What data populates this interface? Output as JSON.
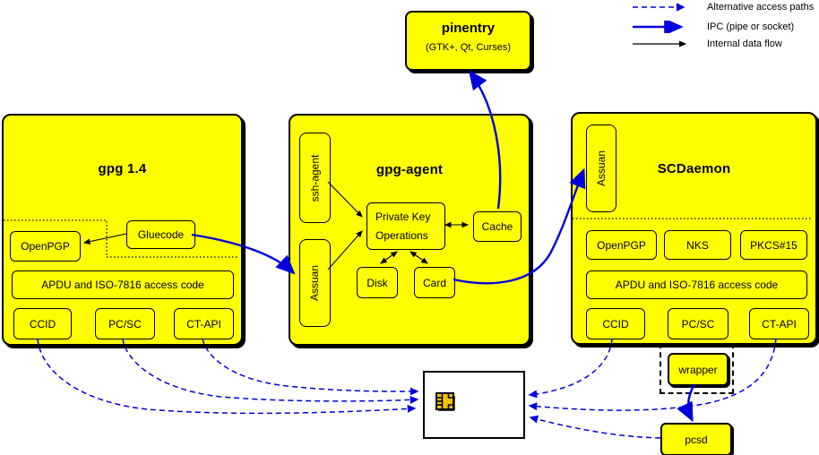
{
  "colors": {
    "yellow": "#ffff00",
    "blue": "#0000dd",
    "black": "#000000",
    "chip_gold": "#f2c400"
  },
  "legend": {
    "items": [
      {
        "label": "Alternative access paths",
        "style": "dashed-blue-arrow"
      },
      {
        "label": "IPC (pipe or socket)",
        "style": "solid-blue-thick-arrow"
      },
      {
        "label": "Internal data flow",
        "style": "solid-black-arrow"
      }
    ]
  },
  "pinentry": {
    "title": "pinentry",
    "subtitle": "(GTK+, Qt, Curses)"
  },
  "gpg14": {
    "title": "gpg 1.4",
    "openpgp": "OpenPGP",
    "gluecode": "Gluecode",
    "apdu": "APDU and ISO-7816 access code",
    "ccid": "CCID",
    "pcsc": "PC/SC",
    "ctapi": "CT-API"
  },
  "gpg_agent": {
    "title": "gpg-agent",
    "ssh_agent": "ssh-agent",
    "assuan": "Assuan",
    "private_key_ops": "Private Key Operations",
    "cache": "Cache",
    "disk": "Disk",
    "card": "Card"
  },
  "scdaemon": {
    "title": "SCDaemon",
    "assuan": "Assuan",
    "openpgp": "OpenPGP",
    "nks": "NKS",
    "pkcs15": "PKCS#15",
    "apdu": "APDU and ISO-7816 access code",
    "ccid": "CCID",
    "pcsc": "PC/SC",
    "ctapi": "CT-API"
  },
  "wrapper": {
    "label": "wrapper"
  },
  "pcsd": {
    "label": "pcsd"
  }
}
